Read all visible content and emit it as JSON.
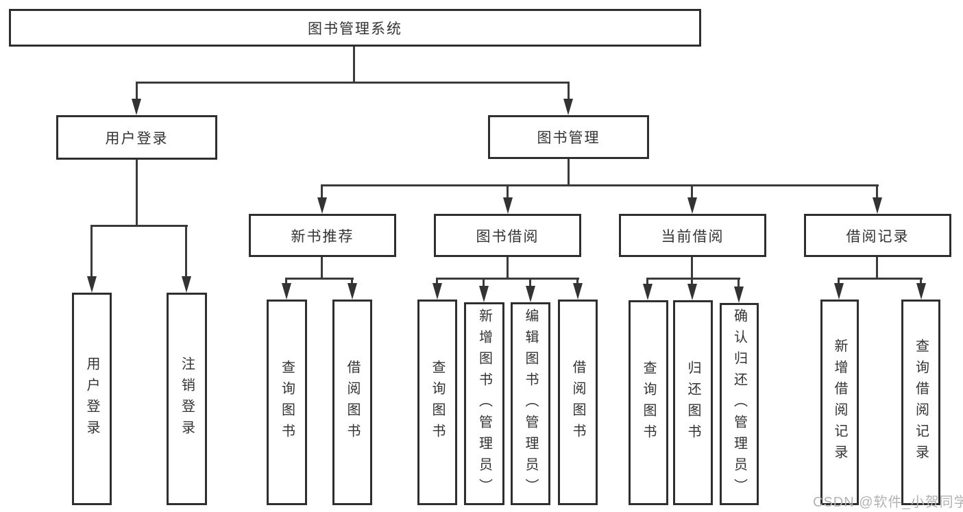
{
  "root": {
    "label": "图书管理系统"
  },
  "branches": [
    {
      "label": "用户登录",
      "children": [
        {
          "label": "用户登录"
        },
        {
          "label": "注销登录"
        }
      ]
    },
    {
      "label": "图书管理",
      "groups": [
        {
          "label": "新书推荐",
          "children": [
            {
              "label": "查询图书"
            },
            {
              "label": "借阅图书"
            }
          ]
        },
        {
          "label": "图书借阅",
          "children": [
            {
              "label": "查询图书"
            },
            {
              "label": "新增图书（管理员）"
            },
            {
              "label": "编辑图书（管理员）"
            },
            {
              "label": "借阅图书"
            }
          ]
        },
        {
          "label": "当前借阅",
          "children": [
            {
              "label": "查询图书"
            },
            {
              "label": "归还图书"
            },
            {
              "label": "确认归还（管理员）"
            }
          ]
        },
        {
          "label": "借阅记录",
          "children": [
            {
              "label": "新增借阅记录"
            },
            {
              "label": "查询借阅记录"
            }
          ]
        }
      ]
    }
  ],
  "watermark": "CSDN @软件_小贺同学",
  "colors": {
    "line": "#3a3a3a",
    "border": "#2e2e2e",
    "text": "#333333",
    "watermark": "#b2b2b2",
    "background": "#ffffff"
  }
}
